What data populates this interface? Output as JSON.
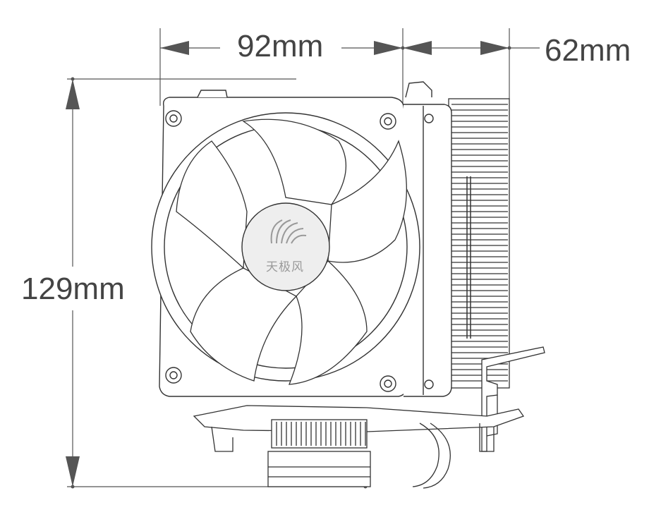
{
  "dimensions": {
    "width": "92mm",
    "depth": "62mm",
    "height": "129mm"
  },
  "logo": {
    "text": "天极风"
  },
  "colors": {
    "dimension_line": "#555555",
    "drawing_line": "#333333",
    "background": "#ffffff",
    "hub": "#eeeeee"
  }
}
